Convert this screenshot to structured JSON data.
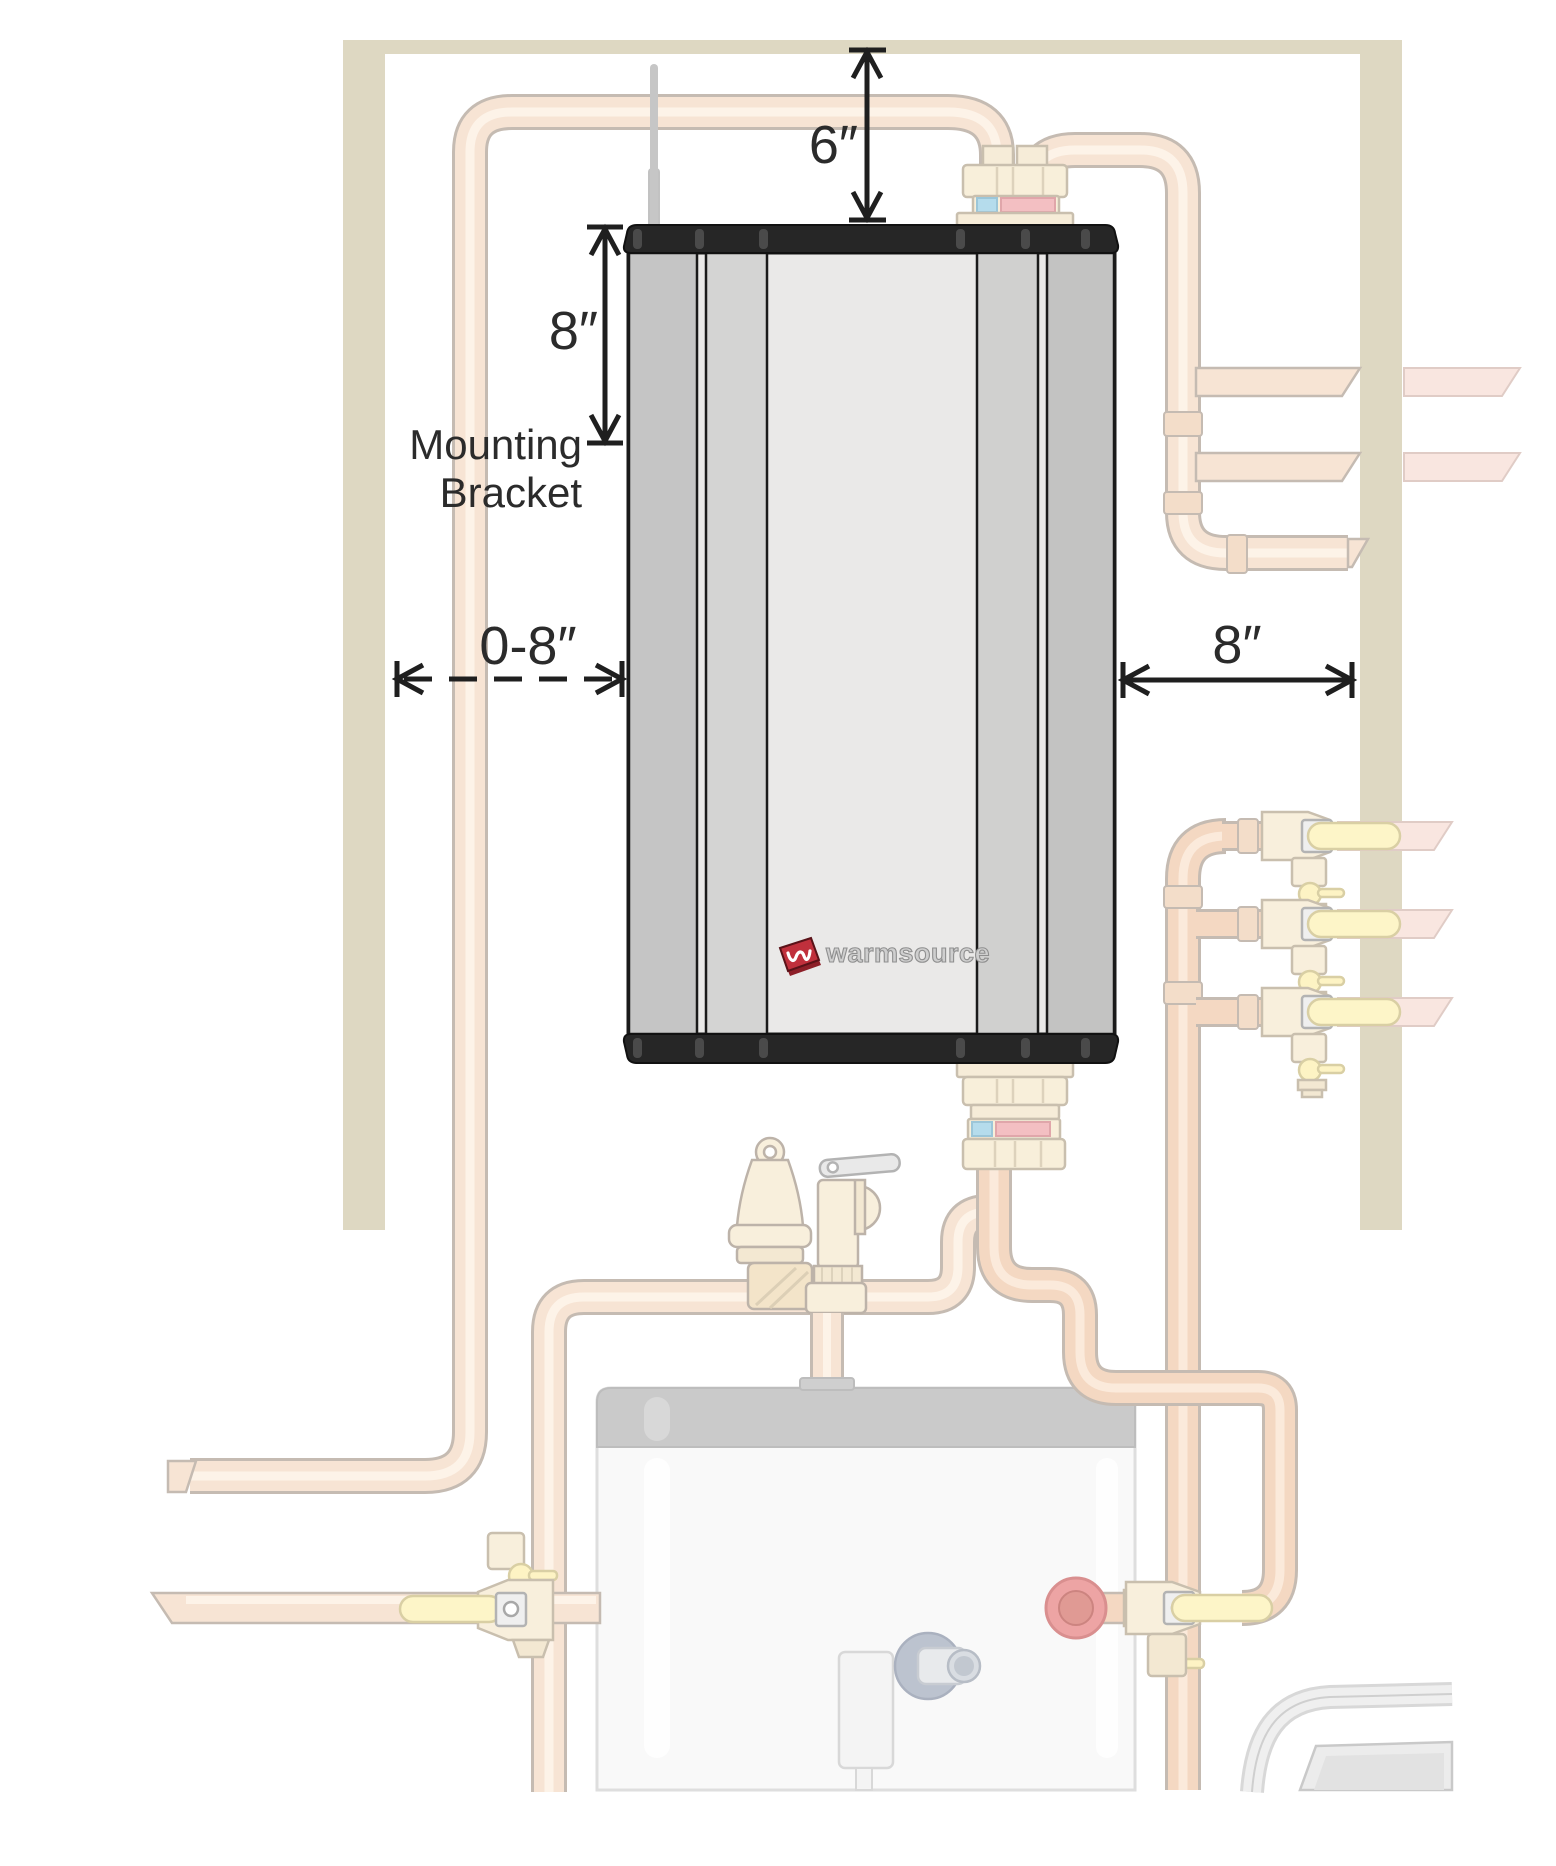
{
  "annotations": {
    "top_clearance": "6″",
    "bracket_clearance": "8″",
    "left_clearance": "0-8″",
    "right_clearance": "8″",
    "mounting_line1": "Mounting",
    "mounting_line2": "Bracket"
  },
  "brand": {
    "wordmark": "warmsource"
  },
  "colors": {
    "dimension_ink": "#1f1f1f",
    "unit_cap": "#262626",
    "unit_center_panel": "#eae9e8",
    "logo_red": "#c0303c",
    "wall_stud": "#ded8c2",
    "copper_pipe_faded": "#f7e4d4",
    "brass_fitting_faded": "#f8efda",
    "valve_handle_yellow": "#fdf5c8",
    "cold_band_blue": "#b5dcec",
    "hot_band_pink": "#f3bfc2"
  }
}
